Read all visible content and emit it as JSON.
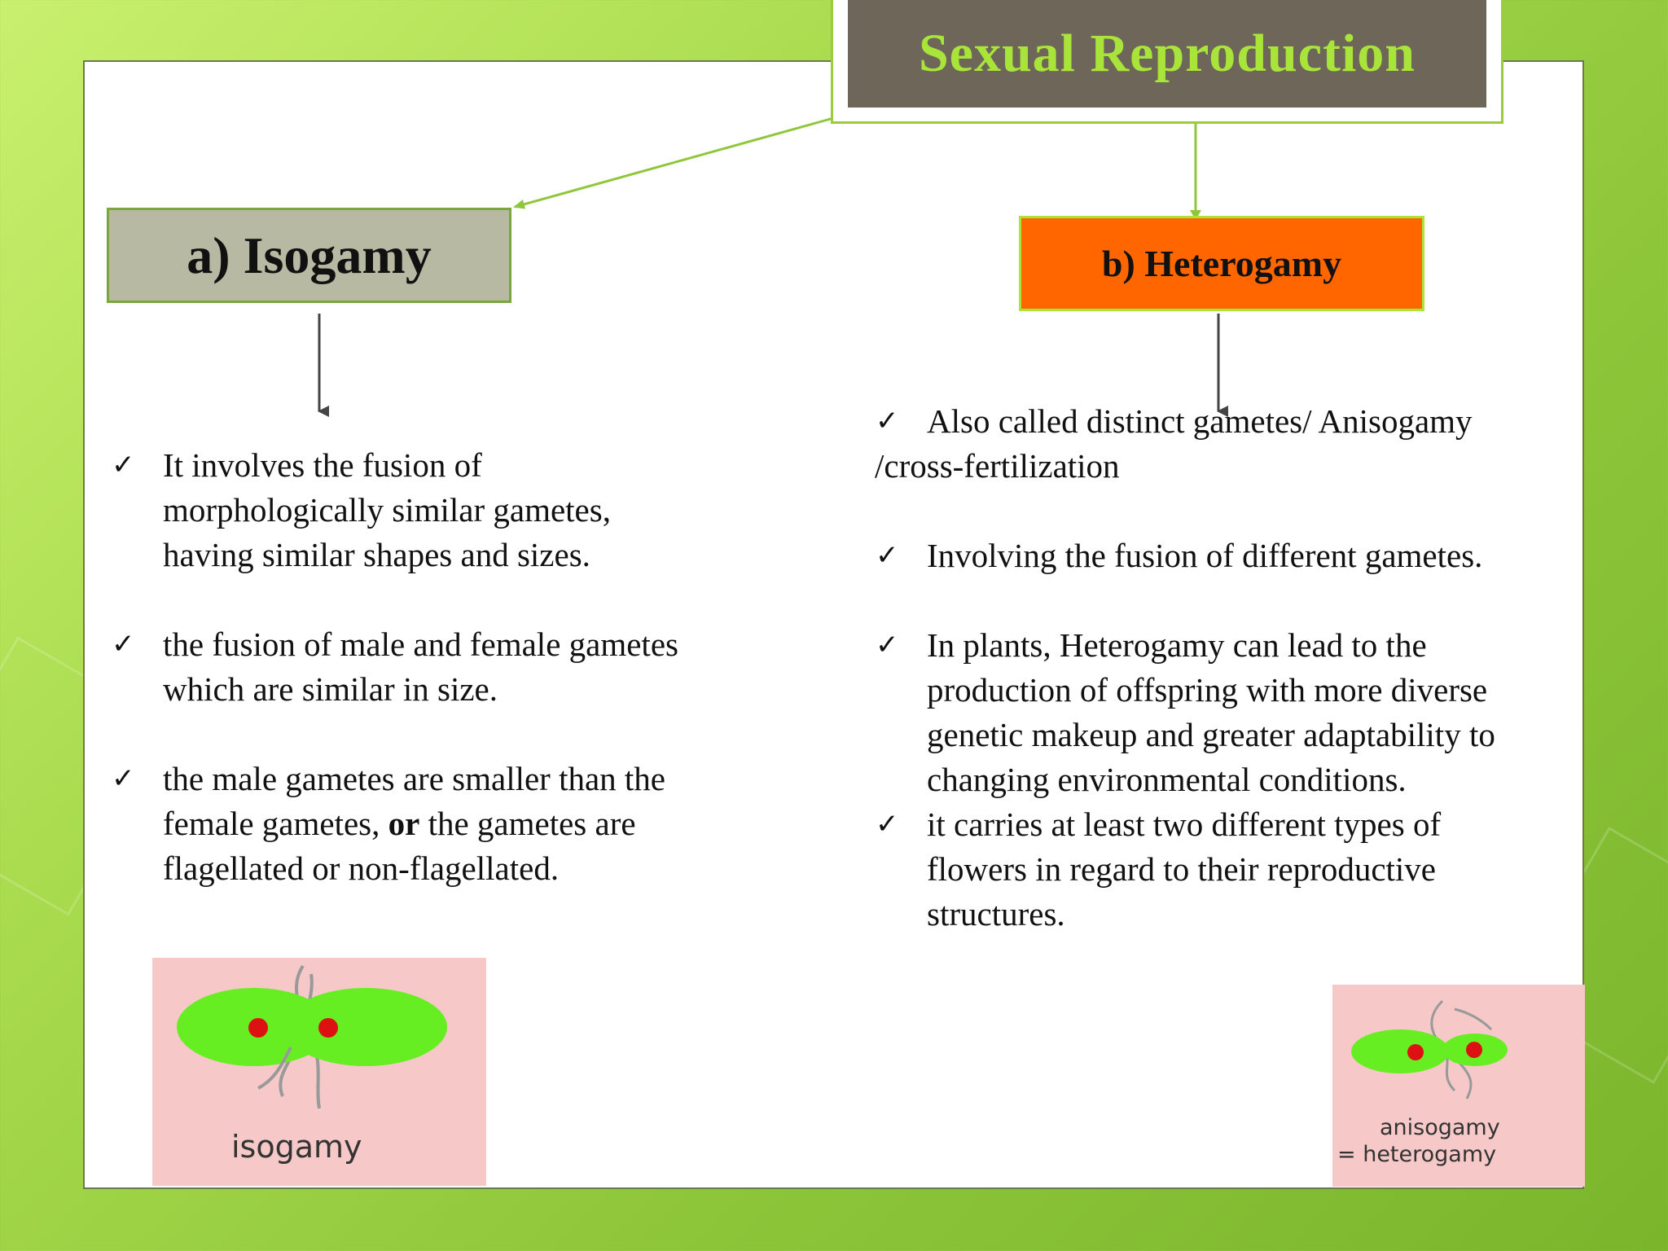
{
  "title": "Sexual Reproduction",
  "isogamy": {
    "heading": "a) Isogamy",
    "points": [
      "It involves the fusion of morphologically similar gametes, having similar shapes and sizes.",
      "the fusion of male and female gametes which are similar in size."
    ],
    "point3": {
      "part1": "the male gametes are smaller than the female gametes,",
      "bold": "or",
      "part2": "the gametes are flagellated or non-flagellated."
    },
    "image_caption": "isogamy"
  },
  "heterogamy": {
    "heading": "b) Heterogamy",
    "point1_line1": "Also called distinct gametes/ Anisogamy",
    "point1_line2": "/cross-fertilization",
    "points": [
      "Involving the fusion of different gametes.",
      "In plants, Heterogamy can lead to the production of offspring with more diverse genetic makeup and greater adaptability to changing environmental conditions.",
      "it carries at least two different types of flowers in regard to their reproductive structures."
    ],
    "image_caption_1": "anisogamy",
    "image_caption_2": "= heterogamy"
  },
  "colors": {
    "title_bg": "#6f665a",
    "title_text": "#a8e43a",
    "isogamy_box": "#b8b9a2",
    "heterogamy_box": "#ff6600",
    "gamete_body": "#66ee22",
    "gamete_nucleus": "#dd1111",
    "image_bg": "#f6c8c8"
  }
}
